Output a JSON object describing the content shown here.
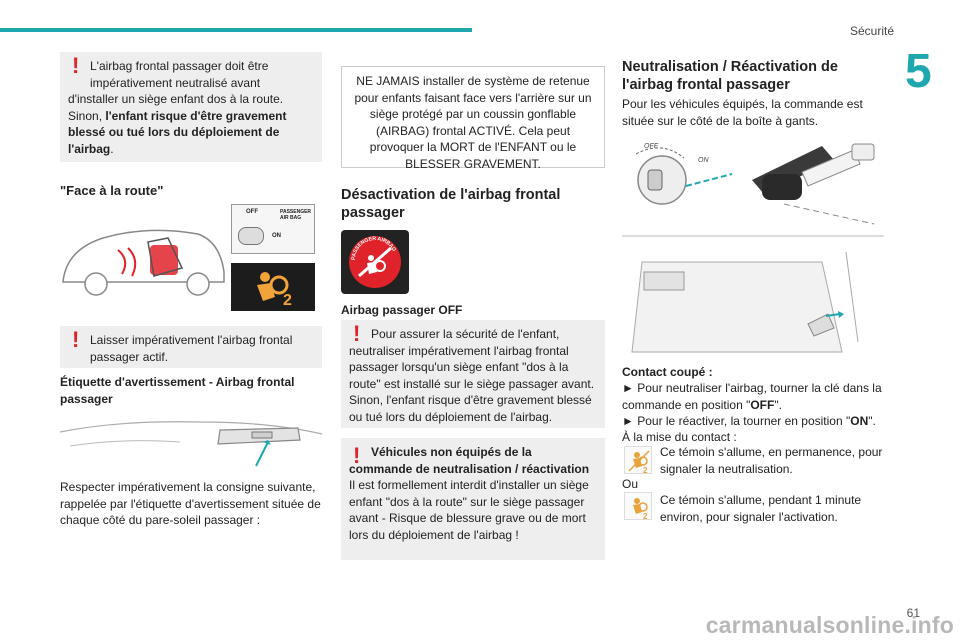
{
  "header": {
    "section": "Sécurité",
    "chapter": "5",
    "page": "61"
  },
  "watermark": "carmanualsonline.info",
  "col1": {
    "warn1_line1": "L'airbag frontal passager doit être",
    "warn1_line2": "impérativement neutralisé avant",
    "warn1_rest": "d'installer un siège enfant dos à la route. Sinon,",
    "warn1_bold": "l'enfant risque d'être gravement blessé ou tué lors du déploiement de l'airbag",
    "warn1_end": ".",
    "face_title": "\"Face à la route\"",
    "switch_off": "OFF",
    "switch_on": "ON",
    "switch_label": "PASSENGER AIR BAG",
    "warn2": "Laisser impérativement l'airbag frontal passager actif.",
    "label_title": "Étiquette d'avertissement - Airbag frontal passager",
    "respect_text": "Respecter impérativement la consigne suivante, rappelée par l'étiquette d'avertissement située de chaque côté du pare-soleil passager :"
  },
  "col2": {
    "notice": "NE JAMAIS installer de système de retenue pour enfants faisant face vers l'arrière sur un siège protégé par un coussin gonflable (AIRBAG) frontal ACTIVÉ. Cela peut provoquer la MORT de l'ENFANT ou le BLESSER GRAVEMENT.",
    "deact_title": "Désactivation de l'airbag frontal passager",
    "badge_text": "PASSENGER AIRBAG",
    "airbag_off_label": "Airbag passager OFF",
    "warn3": "Pour assurer la sécurité de l'enfant, neutraliser impérativement l'airbag frontal passager lorsqu'un siège enfant \"dos à la route\" est installé sur le siège passager avant. Sinon, l'enfant risque d'être gravement blessé ou tué lors du déploiement de l'airbag.",
    "warn4_bold": "Véhicules non équipés de la commande de neutralisation / réactivation",
    "warn4_text": "Il est formellement interdit d'installer un siège enfant \"dos à la route\" sur le siège passager avant - Risque de blessure grave ou de mort lors du déploiement de l'airbag !"
  },
  "col3": {
    "title": "Neutralisation / Réactivation de l'airbag frontal passager",
    "intro": "Pour les véhicules équipés, la commande est située sur le côté de la boîte à gants.",
    "key_off": "OFF",
    "key_on": "ON",
    "contact_title": "Contact coupé :",
    "step1": "► Pour neutraliser l'airbag, tourner la clé dans la commande en position \"",
    "step1_bold": "OFF",
    "step1_end": "\".",
    "step2": "► Pour le réactiver, la tourner en position \"",
    "step2_bold": "ON",
    "step2_end": "\".",
    "mise": "À la mise du contact :",
    "icon1_text": "Ce témoin s'allume, en permanence, pour signaler la neutralisation.",
    "ou": "Ou",
    "icon2_text": "Ce témoin s'allume, pendant 1 minute environ, pour signaler l'activation."
  },
  "colors": {
    "accent": "#1fa7b0",
    "warning": "#e0232a",
    "panel": "#eeeeee",
    "icon_orange": "#e8a33a"
  }
}
